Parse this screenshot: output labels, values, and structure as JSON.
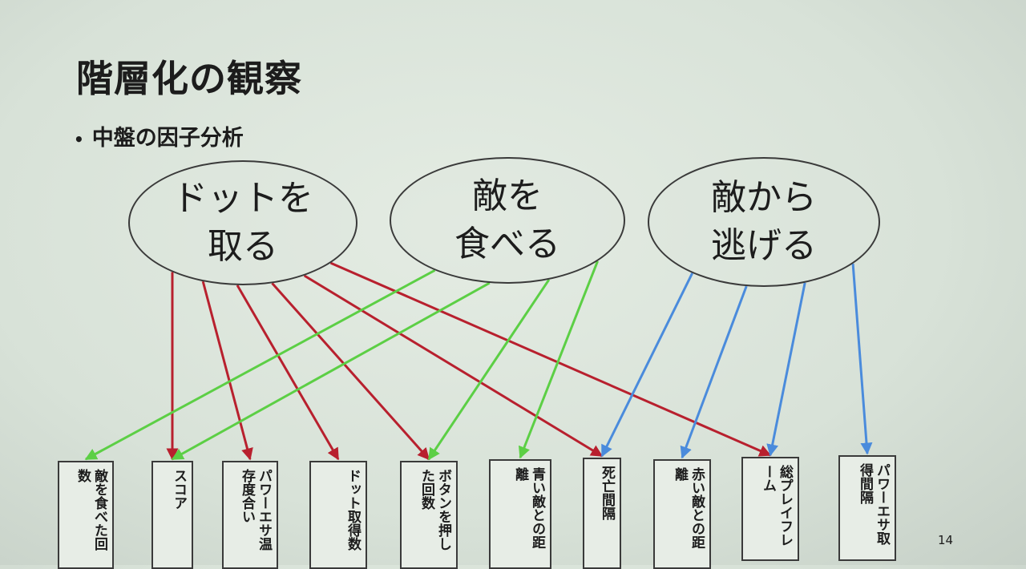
{
  "slide": {
    "title": "階層化の観察",
    "bullet": "中盤の因子分析",
    "page_number": "14"
  },
  "colors": {
    "red": "#b8202e",
    "green": "#5ccf45",
    "blue": "#4a8bdc"
  },
  "factors": [
    {
      "id": "dots",
      "label": "ドットを\n取る"
    },
    {
      "id": "eat",
      "label": "敵を\n食べる"
    },
    {
      "id": "escape",
      "label": "敵から\n逃げる"
    }
  ],
  "variables": [
    "敵を食べた回数",
    "スコア",
    "パワーエサ温存度合い",
    "ドット取得数",
    "ボタンを押した回数",
    "青い敵との距離",
    "死亡間隔",
    "赤い敵との距離",
    "総プレイフレーム",
    "パワーエサ取得間隔"
  ],
  "links": [
    {
      "from": "dots",
      "to": 1,
      "color": "red"
    },
    {
      "from": "dots",
      "to": 2,
      "color": "red"
    },
    {
      "from": "dots",
      "to": 3,
      "color": "red"
    },
    {
      "from": "dots",
      "to": 4,
      "color": "red"
    },
    {
      "from": "dots",
      "to": 6,
      "color": "red"
    },
    {
      "from": "dots",
      "to": 8,
      "color": "red"
    },
    {
      "from": "eat",
      "to": 0,
      "color": "green"
    },
    {
      "from": "eat",
      "to": 1,
      "color": "green"
    },
    {
      "from": "eat",
      "to": 4,
      "color": "green"
    },
    {
      "from": "eat",
      "to": 5,
      "color": "green"
    },
    {
      "from": "escape",
      "to": 6,
      "color": "blue"
    },
    {
      "from": "escape",
      "to": 7,
      "color": "blue"
    },
    {
      "from": "escape",
      "to": 8,
      "color": "blue"
    },
    {
      "from": "escape",
      "to": 9,
      "color": "blue"
    }
  ]
}
